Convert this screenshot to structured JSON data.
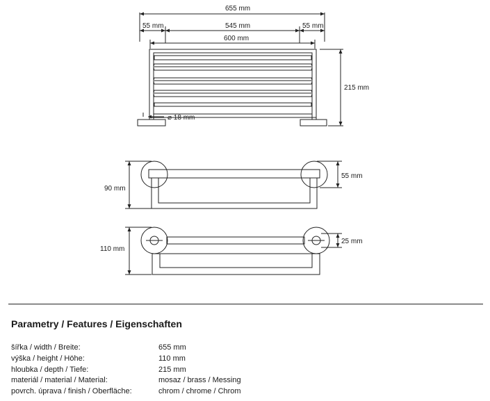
{
  "drawing": {
    "dim_overall_width": "655 mm",
    "dim_left_offset": "55 mm",
    "dim_center_span": "545 mm",
    "dim_right_offset": "55 mm",
    "dim_inner_width": "600 mm",
    "dim_height": "215 mm",
    "dim_rod_diameter": "⌀ 18 mm",
    "dim_side_depth": "90 mm",
    "dim_side_offset": "55 mm",
    "dim_top_depth": "110 mm",
    "dim_top_offset": "25 mm"
  },
  "specs": {
    "title": "Parametry / Features / Eigenschaften",
    "rows": [
      {
        "label": "šířka / width / Breite:",
        "value": "655 mm"
      },
      {
        "label": "výška / height / Höhe:",
        "value": "110 mm"
      },
      {
        "label": "hloubka / depth / Tiefe:",
        "value": "215 mm"
      },
      {
        "label": "materiál / material / Material:",
        "value": "mosaz / brass / Messing"
      },
      {
        "label": "povrch. úprava / finish / Oberfläche:",
        "value": "chrom / chrome / Chrom"
      }
    ]
  }
}
